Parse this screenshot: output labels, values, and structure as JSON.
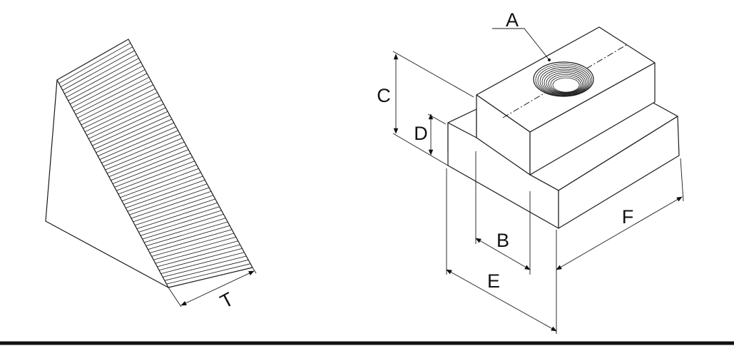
{
  "labels": {
    "t": "T",
    "a": "A",
    "b": "B",
    "c": "C",
    "d": "D",
    "e": "E",
    "f": "F"
  },
  "colors": {
    "line": "#1a1a1a",
    "background": "#ffffff"
  },
  "serrations_count": 60
}
